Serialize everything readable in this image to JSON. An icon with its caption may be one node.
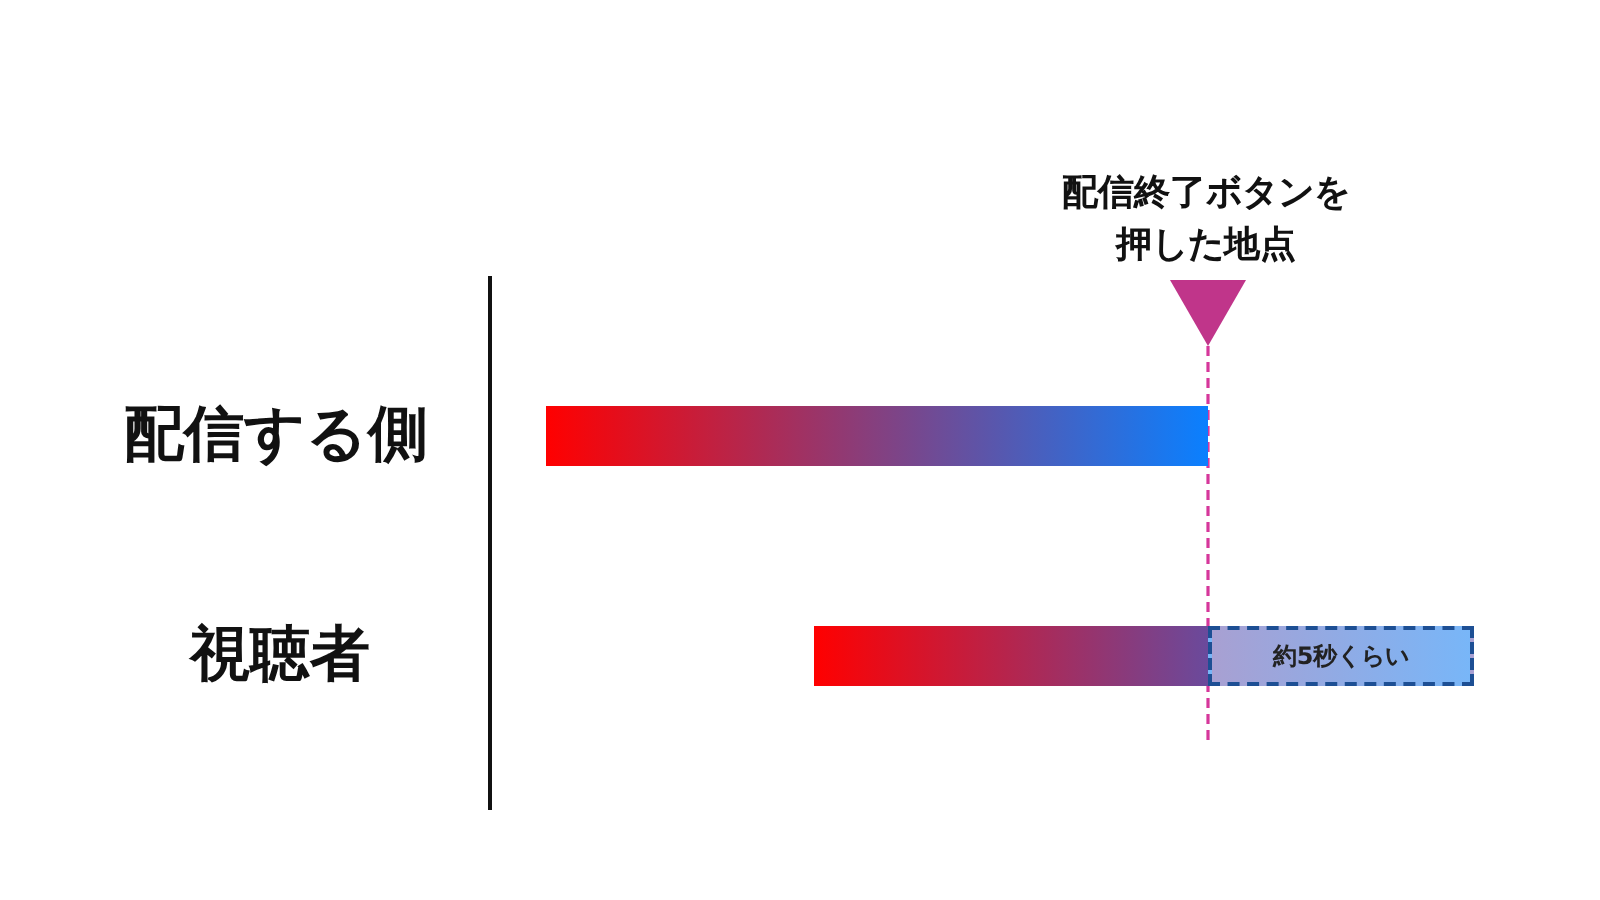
{
  "diagram": {
    "nodes": [
      {
        "text": [],
        "shape": "bar"
      },
      {
        "text": [],
        "shape": "bar"
      },
      {
        "text": [
          "約5秒くらい"
        ]
      }
    ],
    "edges": [],
    "labels": [
      "配信終了ボタンを押した地点",
      "配信する側",
      "視聴者"
    ]
  }
}
